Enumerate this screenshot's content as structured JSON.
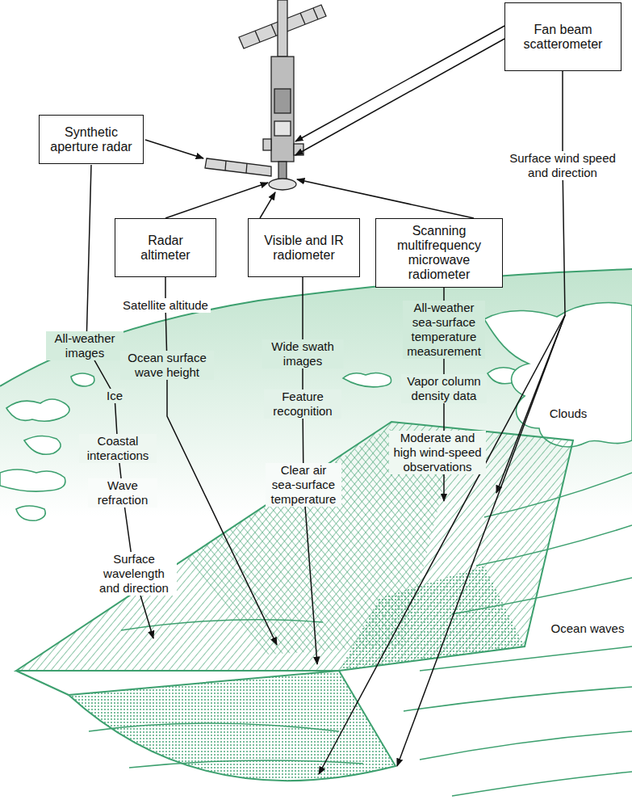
{
  "diagram": {
    "nodes": [
      {
        "text": [
          "Synthetic aperture radar"
        ]
      },
      {
        "text": [
          "Radar altimeter"
        ]
      },
      {
        "text": [
          "Visible and IR radiometer"
        ]
      },
      {
        "text": [
          "Scanning multifrequency microwave radiometer"
        ]
      },
      {
        "text": [
          "Fan beam scatterometer"
        ]
      }
    ],
    "labels": [
      "Surface wind speed and direction",
      "Satellite altitude",
      "All-weather images",
      "Ocean surface wave height",
      "Ice",
      "Coastal interactions",
      "Wave refraction",
      "Surface wavelength and direction",
      "Wide swath images",
      "Feature recognition",
      "Clear air sea-surface temperature",
      "All-weather sea-surface temperature measurement",
      "Vapor column density data",
      "Moderate and high wind-speed observations",
      "Clouds",
      "Ocean waves"
    ]
  }
}
